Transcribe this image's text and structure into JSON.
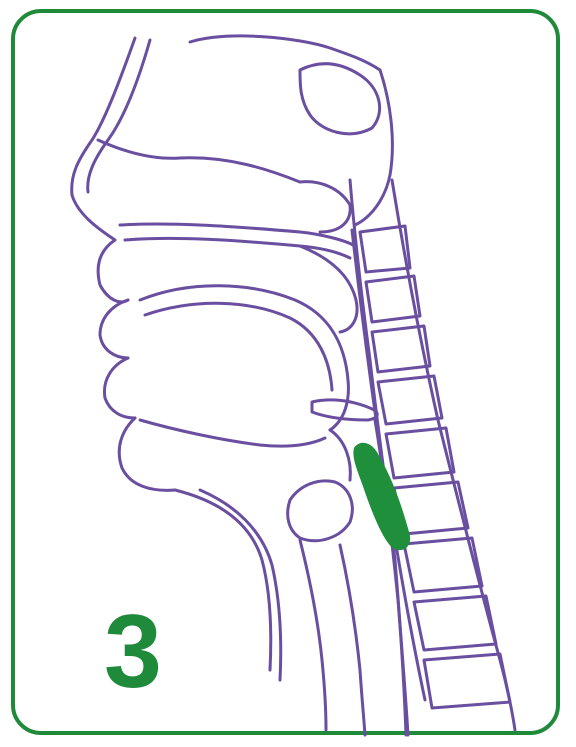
{
  "step": {
    "number": "3"
  },
  "colors": {
    "frame": "#1e8a3a",
    "outline": "#6a4fa0",
    "highlight": "#1f8f3c"
  },
  "diagram": {
    "subject": "head-and-neck-sagittal-section",
    "highlighted_structure": "green-region-at-larynx"
  }
}
